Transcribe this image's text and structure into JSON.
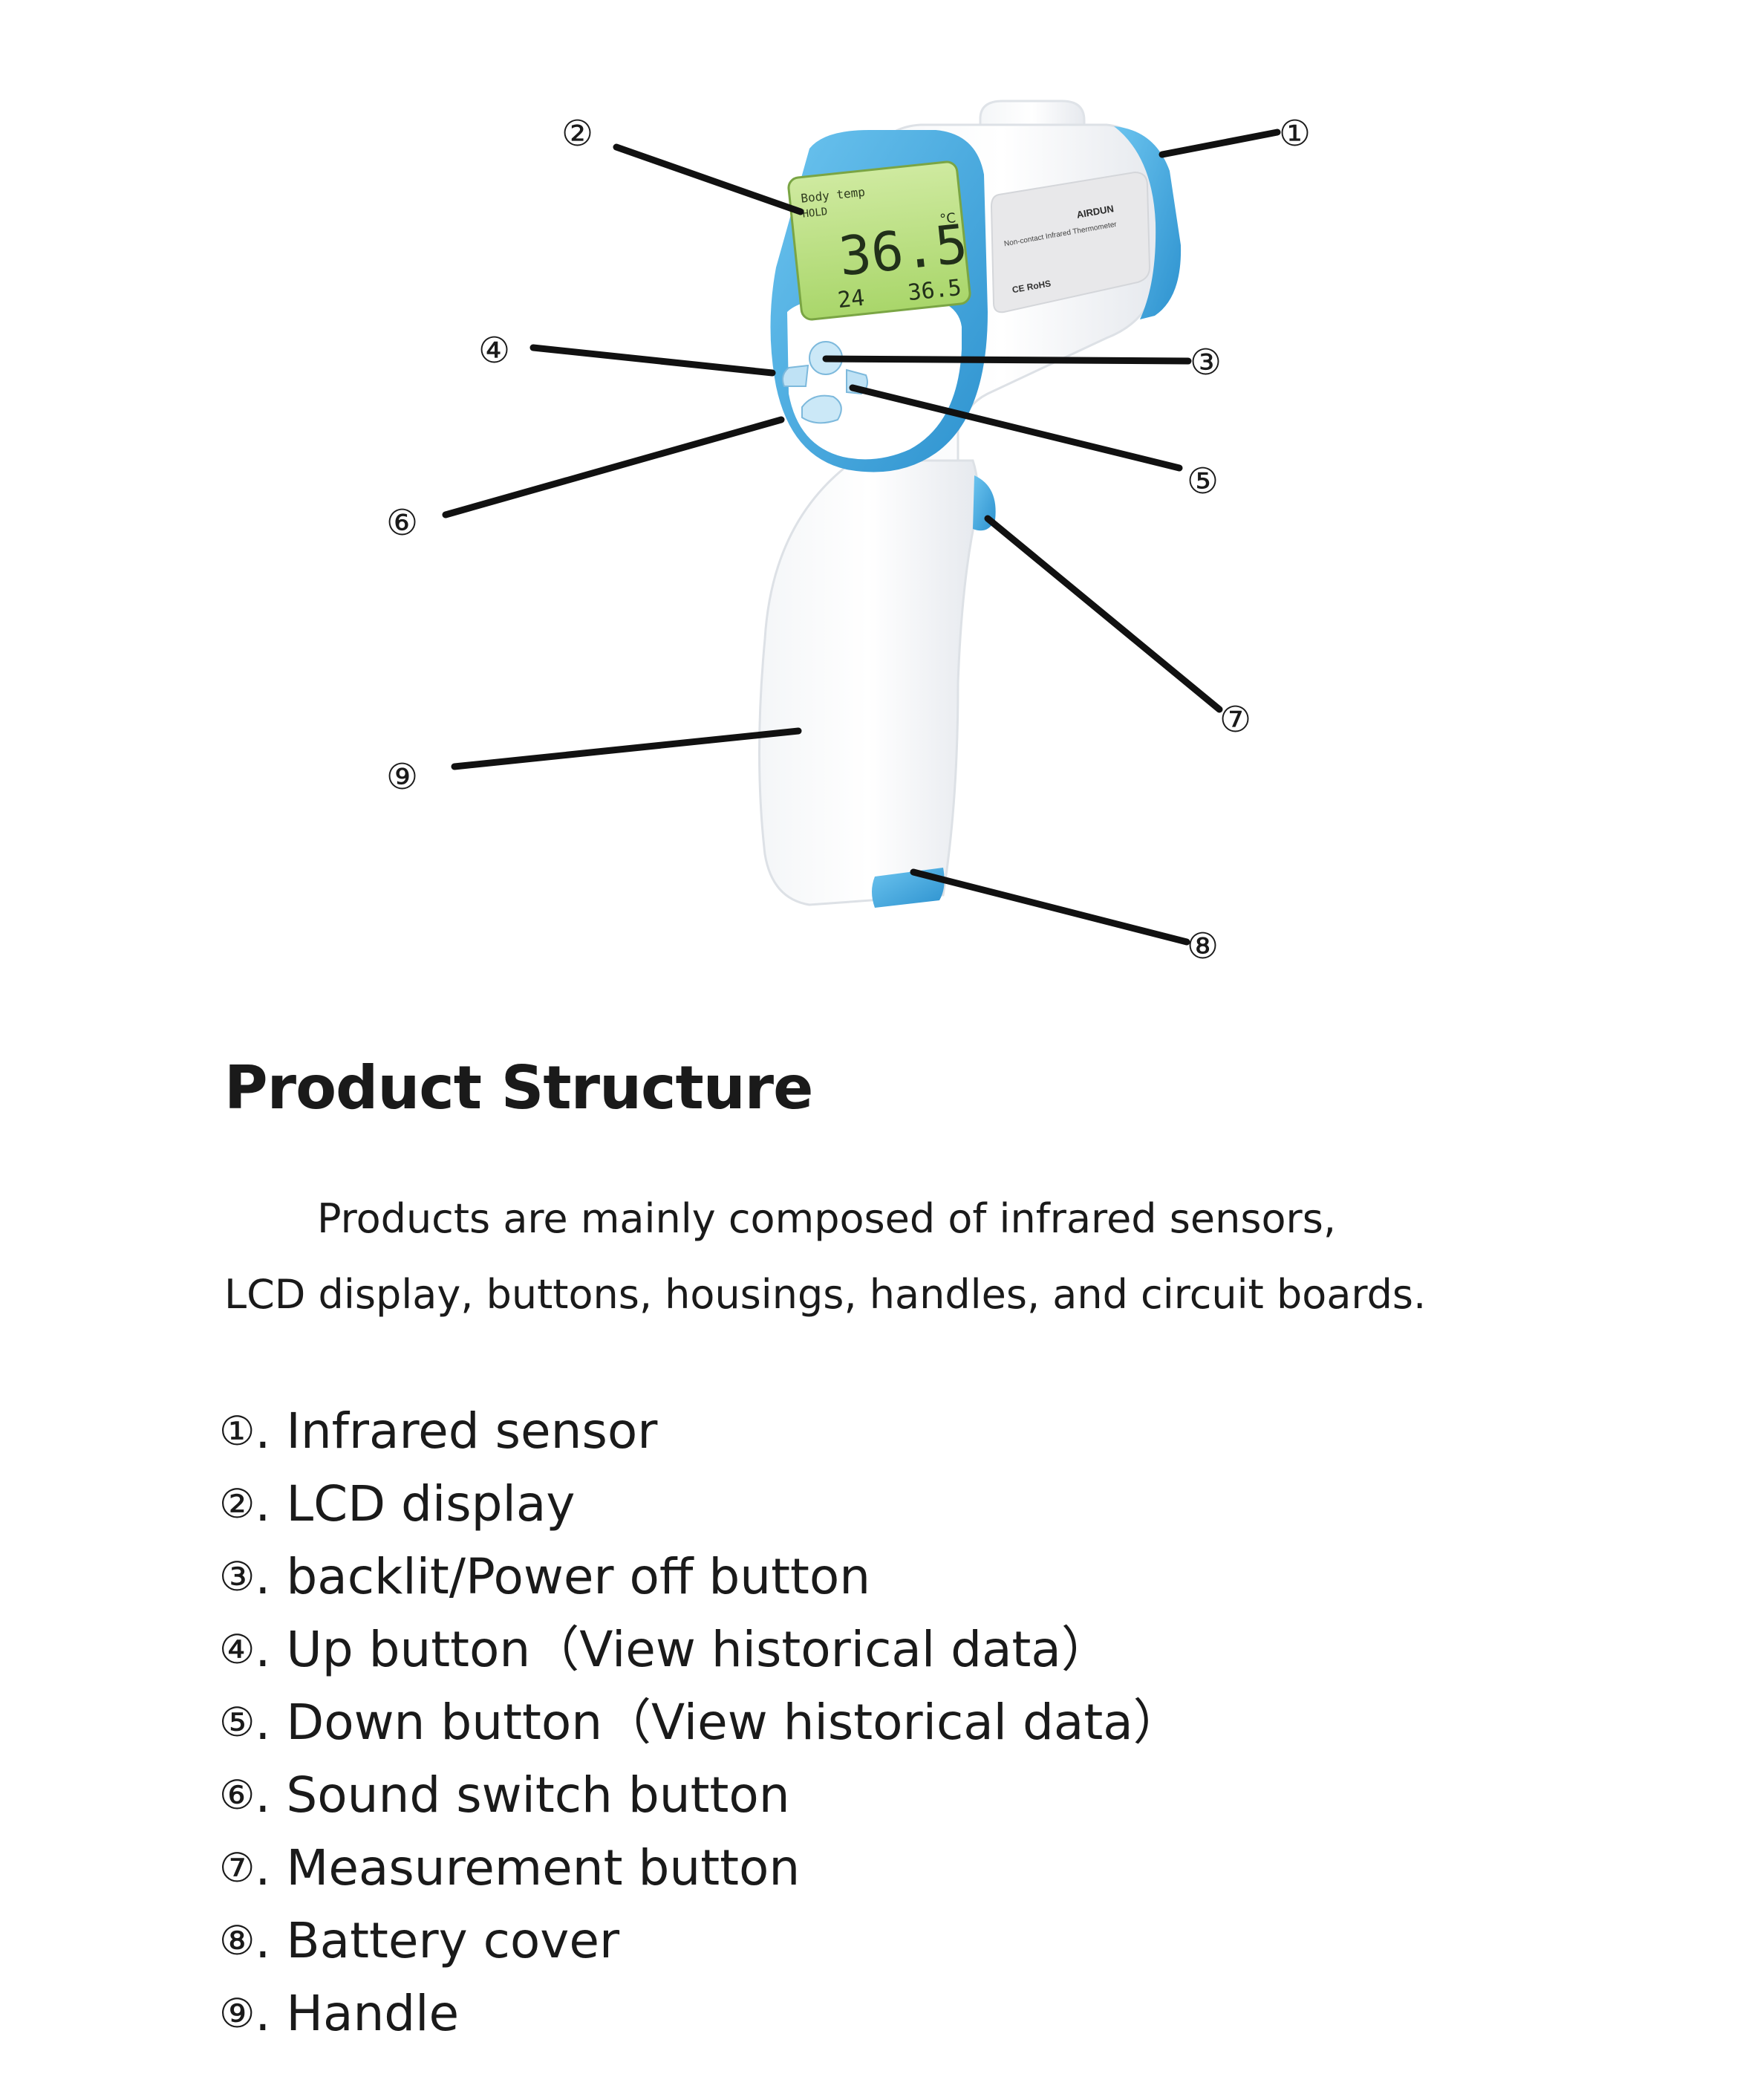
{
  "diagram": {
    "callouts": [
      "①",
      "②",
      "③",
      "④",
      "⑤",
      "⑥",
      "⑦",
      "⑧",
      "⑨"
    ],
    "lcd": {
      "mode_label": "Body temp",
      "hold_label": "HOLD",
      "unit": "°C",
      "main_reading": "36.5",
      "memory_index": "24",
      "memory_reading": "36.5"
    },
    "label_plate": {
      "brand": "AIRDUN",
      "product_name": "Non-contact Infrared Thermometer",
      "cert_marks": "CE RoHS"
    },
    "colors": {
      "accent_blue": "#3aa3dc",
      "lcd_green": "#b8e07a",
      "body_white": "#ffffff",
      "plate_gray": "#e8e8ea"
    }
  },
  "section_title": "Product Structure",
  "intro": {
    "line1": "Products are mainly composed of infrared sensors,",
    "line2": "LCD display, buttons, housings, handles, and circuit boards."
  },
  "parts": [
    {
      "num": "①",
      "label": ". Infrared sensor"
    },
    {
      "num": "②",
      "label": ". LCD display"
    },
    {
      "num": "③",
      "label": ". backlit/Power off button"
    },
    {
      "num": "④",
      "label": ". Up button（View historical data）"
    },
    {
      "num": "⑤",
      "label": ". Down button（View historical data）"
    },
    {
      "num": "⑥",
      "label": ". Sound switch button"
    },
    {
      "num": "⑦",
      "label": ". Measurement button"
    },
    {
      "num": "⑧",
      "label": ". Battery cover"
    },
    {
      "num": "⑨",
      "label": ". Handle"
    }
  ]
}
